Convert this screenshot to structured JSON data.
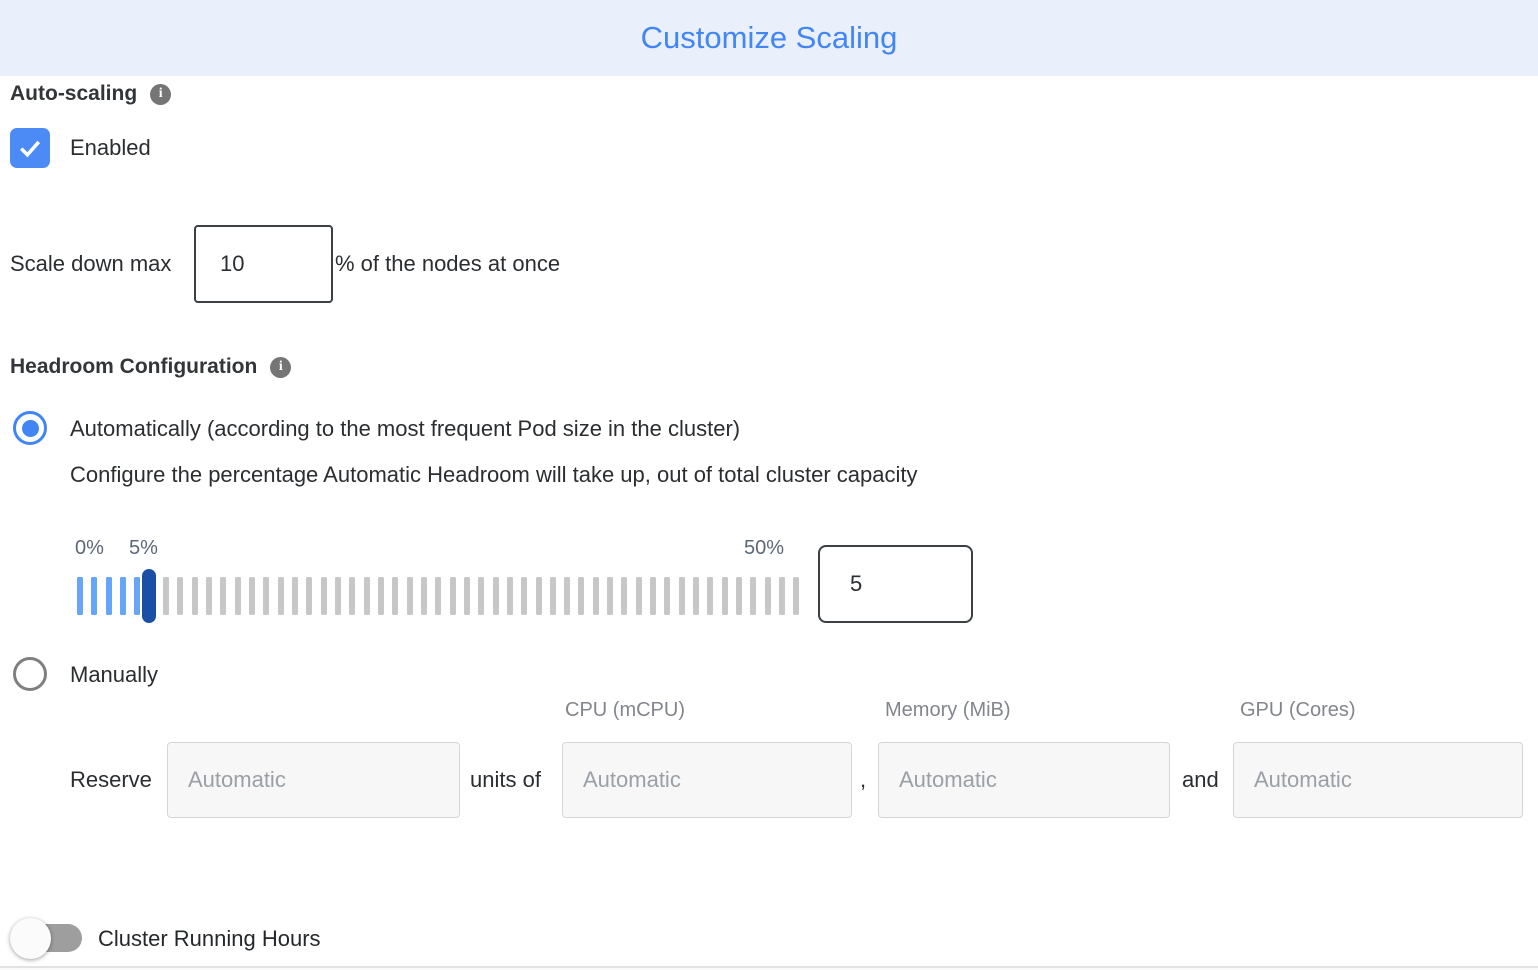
{
  "header": {
    "title": "Customize Scaling"
  },
  "icons": {
    "info_glyph": "i"
  },
  "auto_scaling": {
    "heading": "Auto-scaling",
    "checkbox_label": "Enabled",
    "checked": true
  },
  "scale_down": {
    "label": "Scale down max",
    "value": "10",
    "suffix": "% of the nodes at once"
  },
  "headroom": {
    "heading": "Headroom Configuration",
    "options": {
      "automatic": {
        "label": "Automatically (according to the most frequent Pod size in the cluster)",
        "selected": true,
        "description": "Configure the percentage Automatic Headroom will take up, out of total cluster capacity"
      },
      "manual": {
        "label": "Manually",
        "selected": false
      }
    },
    "slider": {
      "min_label": "0%",
      "value_label": "5%",
      "max_label": "50%",
      "value": "5",
      "ticks_total": 51,
      "ticks_active": 6,
      "handle_index": 5
    }
  },
  "reserve": {
    "label": "Reserve",
    "count_placeholder": "Automatic",
    "units_text": "units of",
    "separator_comma": ",",
    "separator_and": "and",
    "columns": [
      {
        "header": "CPU (mCPU)",
        "placeholder": "Automatic"
      },
      {
        "header": "Memory (MiB)",
        "placeholder": "Automatic"
      },
      {
        "header": "GPU (Cores)",
        "placeholder": "Automatic"
      }
    ]
  },
  "cluster_running_hours": {
    "label": "Cluster Running Hours",
    "enabled": false
  },
  "colors": {
    "header_bg": "#e9effb",
    "title_blue": "#4286f5",
    "checkbox_blue": "#4c8bf5",
    "radio_blue": "#4285f4",
    "tick_blue": "#66a5f8",
    "tick_gray": "#c7c7c7",
    "handle_dark_blue": "#1a4fa5",
    "slider_label_slate": "#5c6878",
    "column_header_gray": "#82868c",
    "placeholder_gray": "#9aa0a6",
    "toggle_track_gray": "#9e9e9e",
    "info_icon_gray": "#757575"
  }
}
